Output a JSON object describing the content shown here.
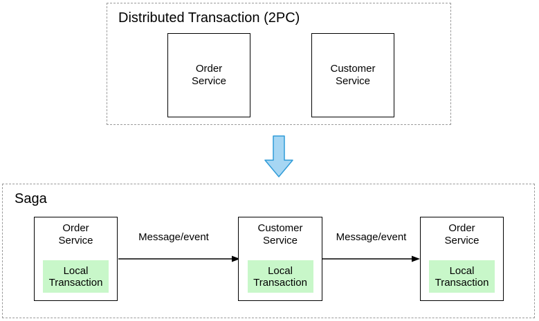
{
  "colors": {
    "local_transaction_fill": "#C8F7C9",
    "transition_arrow_fill": "#A6D6F3",
    "transition_arrow_stroke": "#2F9BD8",
    "dashed_border": "#999999",
    "box_border": "#000000",
    "edge_color": "#000000"
  },
  "top_section": {
    "title": "Distributed Transaction (2PC)",
    "boxes": [
      {
        "label": "Order\nService"
      },
      {
        "label": "Customer\nService"
      }
    ]
  },
  "bottom_section": {
    "title": "Saga",
    "nodes": [
      {
        "service": "Order\nService",
        "local": "Local\nTransaction"
      },
      {
        "service": "Customer\nService",
        "local": "Local\nTransaction"
      },
      {
        "service": "Order\nService",
        "local": "Local\nTransaction"
      }
    ],
    "edges": [
      {
        "label": "Message/event"
      },
      {
        "label": "Message/event"
      }
    ]
  }
}
